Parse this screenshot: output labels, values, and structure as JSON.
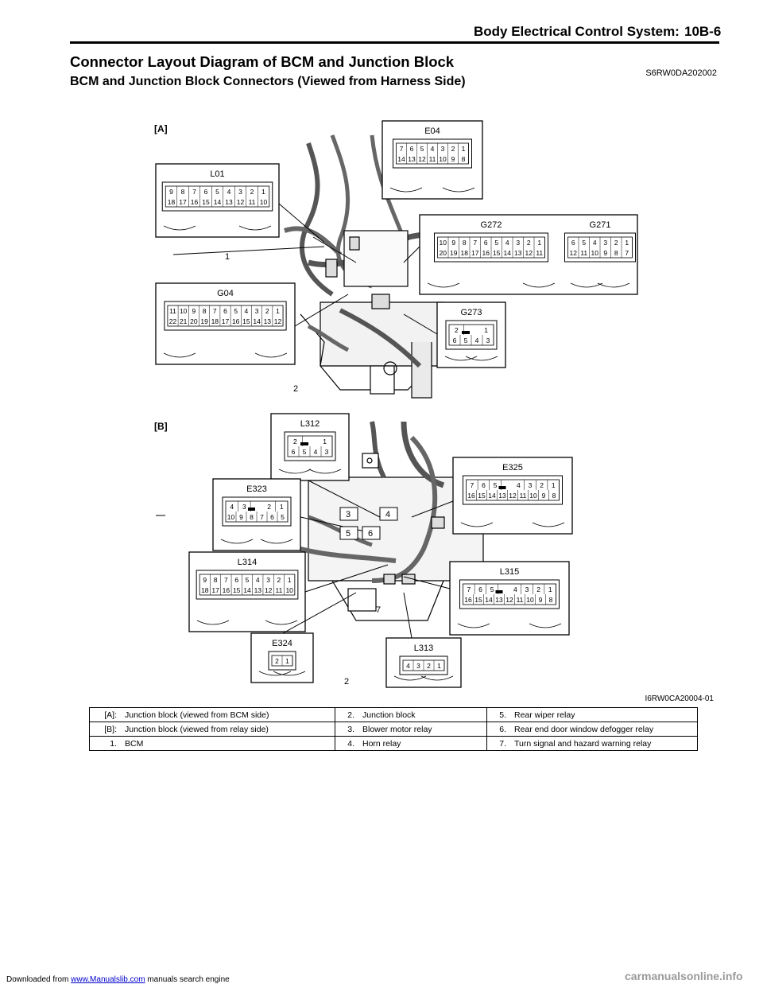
{
  "header": {
    "title": "Body Electrical Control System:",
    "page": "10B-6"
  },
  "section": {
    "title": "Connector Layout Diagram of BCM and Junction Block",
    "code": "S6RW0DA202002"
  },
  "subsection": {
    "title": "BCM and Junction Block Connectors (Viewed from Harness Side)"
  },
  "figure": {
    "id": "I6RW0CA20004-01",
    "view_a": "[A]",
    "view_b": "[B]",
    "callouts": {
      "bcm": "1",
      "jb_a": "2",
      "jb_b": "2",
      "r3": "3",
      "r4": "4",
      "r5": "5",
      "r6": "6",
      "r7": "7"
    },
    "connectors": {
      "E04": {
        "label": "E04",
        "top": [
          "7",
          "6",
          "5",
          "4",
          "3",
          "2",
          "1"
        ],
        "bottom": [
          "14",
          "13",
          "12",
          "11",
          "10",
          "9",
          "8"
        ]
      },
      "L01": {
        "label": "L01",
        "top": [
          "9",
          "8",
          "7",
          "6",
          "5",
          "4",
          "3",
          "2",
          "1"
        ],
        "bottom": [
          "18",
          "17",
          "16",
          "15",
          "14",
          "13",
          "12",
          "11",
          "10"
        ]
      },
      "G272": {
        "label": "G272",
        "top": [
          "10",
          "9",
          "8",
          "7",
          "6",
          "5",
          "4",
          "3",
          "2",
          "1"
        ],
        "bottom": [
          "20",
          "19",
          "18",
          "17",
          "16",
          "15",
          "14",
          "13",
          "12",
          "11"
        ]
      },
      "G271": {
        "label": "G271",
        "top": [
          "6",
          "5",
          "4",
          "3",
          "2",
          "1"
        ],
        "bottom": [
          "12",
          "11",
          "10",
          "9",
          "8",
          "7"
        ]
      },
      "G04": {
        "label": "G04",
        "top": [
          "11",
          "10",
          "9",
          "8",
          "7",
          "6",
          "5",
          "4",
          "3",
          "2",
          "1"
        ],
        "bottom": [
          "22",
          "21",
          "20",
          "19",
          "18",
          "17",
          "16",
          "15",
          "14",
          "13",
          "12"
        ]
      },
      "G273": {
        "label": "G273",
        "top": [
          "2",
          "",
          "1"
        ],
        "bottom": [
          "6",
          "5",
          "4",
          "3"
        ]
      },
      "L312": {
        "label": "L312",
        "top": [
          "2",
          "",
          "1"
        ],
        "bottom": [
          "6",
          "5",
          "4",
          "3"
        ]
      },
      "E325": {
        "label": "E325",
        "top": [
          "7",
          "6",
          "5",
          "",
          "4",
          "3",
          "2",
          "1"
        ],
        "bottom": [
          "16",
          "15",
          "14",
          "13",
          "12",
          "11",
          "10",
          "9",
          "8"
        ]
      },
      "E323": {
        "label": "E323",
        "top": [
          "4",
          "3",
          "",
          "2",
          "1"
        ],
        "bottom": [
          "10",
          "9",
          "8",
          "7",
          "6",
          "5"
        ]
      },
      "L314": {
        "label": "L314",
        "top": [
          "9",
          "8",
          "7",
          "6",
          "5",
          "4",
          "3",
          "2",
          "1"
        ],
        "bottom": [
          "18",
          "17",
          "16",
          "15",
          "14",
          "13",
          "12",
          "11",
          "10"
        ]
      },
      "L315": {
        "label": "L315",
        "top": [
          "7",
          "6",
          "5",
          "",
          "4",
          "3",
          "2",
          "1"
        ],
        "bottom": [
          "16",
          "15",
          "14",
          "13",
          "12",
          "11",
          "10",
          "9",
          "8"
        ]
      },
      "E324": {
        "label": "E324",
        "top": [
          "2",
          "1"
        ],
        "bottom": []
      },
      "L313": {
        "label": "L313",
        "top": [
          "4",
          "3",
          "2",
          "1"
        ],
        "bottom": []
      }
    }
  },
  "legend": [
    [
      {
        "k": "[A]:",
        "v": "Junction block (viewed from BCM side)"
      },
      {
        "k": "2.",
        "v": "Junction block"
      },
      {
        "k": "5.",
        "v": "Rear wiper relay"
      }
    ],
    [
      {
        "k": "[B]:",
        "v": "Junction block (viewed from relay side)"
      },
      {
        "k": "3.",
        "v": "Blower motor relay"
      },
      {
        "k": "6.",
        "v": "Rear end door window defogger relay"
      }
    ],
    [
      {
        "k": "1.",
        "v": "BCM"
      },
      {
        "k": "4.",
        "v": "Horn relay"
      },
      {
        "k": "7.",
        "v": "Turn signal and hazard warning relay"
      }
    ]
  ],
  "footer": {
    "prefix": "Downloaded from ",
    "link": "www.Manualslib.com",
    "suffix": " manuals search engine",
    "watermark": "carmanualsonline.info"
  }
}
